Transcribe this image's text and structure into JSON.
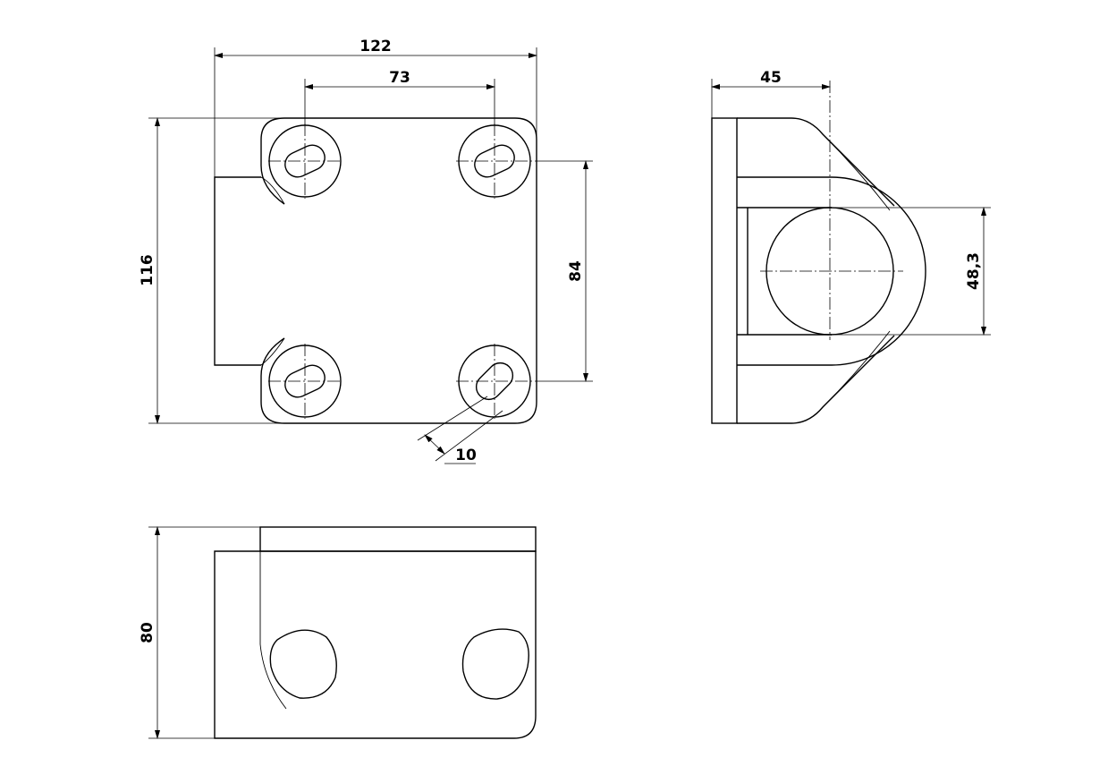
{
  "drawing": {
    "dimensions": {
      "overall_width": "122",
      "hole_spacing_horizontal": "73",
      "overall_height": "116",
      "hole_spacing_vertical": "84",
      "slot_width": "10",
      "side_depth": "45",
      "pipe_diameter": "48,3",
      "bottom_height": "80"
    }
  }
}
